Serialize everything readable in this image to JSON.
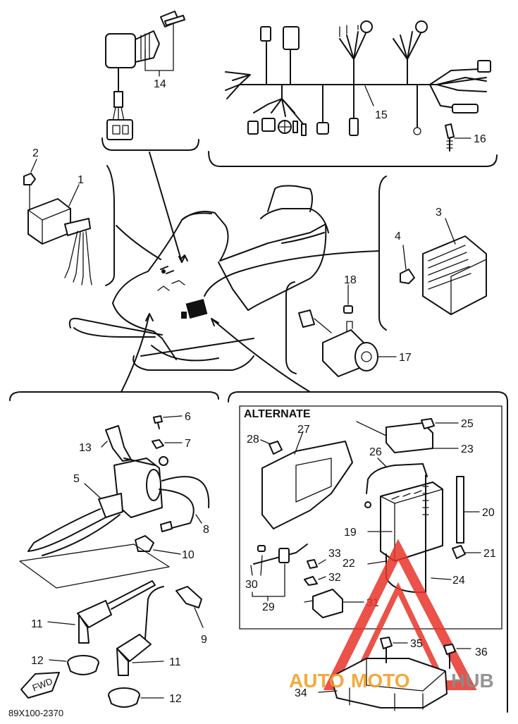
{
  "diagram_code": "89X100-2370",
  "alternate_label": "ALTERNATE",
  "fwd_label": "FWD",
  "watermark": {
    "text_auto": "AUTO",
    "text_moto": "MOTO",
    "text_hub": "HUB",
    "color_red": "#e8352a",
    "color_orange": "#f2a12a",
    "color_gray": "#8a8a8a"
  },
  "callouts": {
    "c1": "1",
    "c2": "2",
    "c3": "3",
    "c4": "4",
    "c5": "5",
    "c6": "6",
    "c7": "7",
    "c8": "8",
    "c9": "9",
    "c10": "10",
    "c11a": "11",
    "c11b": "11",
    "c12a": "12",
    "c12b": "12",
    "c13": "13",
    "c14": "14",
    "c15": "15",
    "c16": "16",
    "c17": "17",
    "c18": "18",
    "c19": "19",
    "c20": "20",
    "c21": "21",
    "c22": "22",
    "c23": "23",
    "c24": "24",
    "c25": "25",
    "c26": "26",
    "c27": "27",
    "c28": "28",
    "c29": "29",
    "c30": "30",
    "c31": "31",
    "c32": "32",
    "c33": "33",
    "c34": "34",
    "c35": "35",
    "c36": "36"
  }
}
